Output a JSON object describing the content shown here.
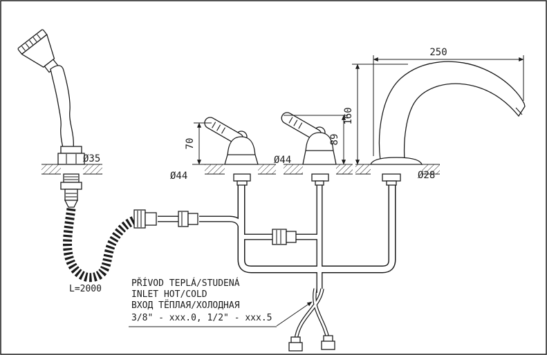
{
  "drawing": {
    "type": "technical-drawing",
    "subject": "4-hole bathtub mixer faucet with hand shower, two valves and spout",
    "colors": {
      "line": "#1a1a1a",
      "background": "#ffffff"
    },
    "dims": {
      "spout_reach": "250",
      "spout_height": "160",
      "valve1_height": "70",
      "valve2_height": "89",
      "shower_base_dia": "Ø35",
      "valve1_dia": "Ø44",
      "valve2_dia": "Ø44",
      "spout_base_dia": "Ø28",
      "hose_length": "L=2000"
    },
    "note": {
      "line1": "PŘÍVOD TEPLÁ/STUDENÁ",
      "line2": "INLET HOT/COLD",
      "line3": "ВХОД ТЁПЛАЯ/ХОЛОДНАЯ",
      "line4": "3/8\" - xxx.0, 1/2\" - xxx.5"
    }
  }
}
